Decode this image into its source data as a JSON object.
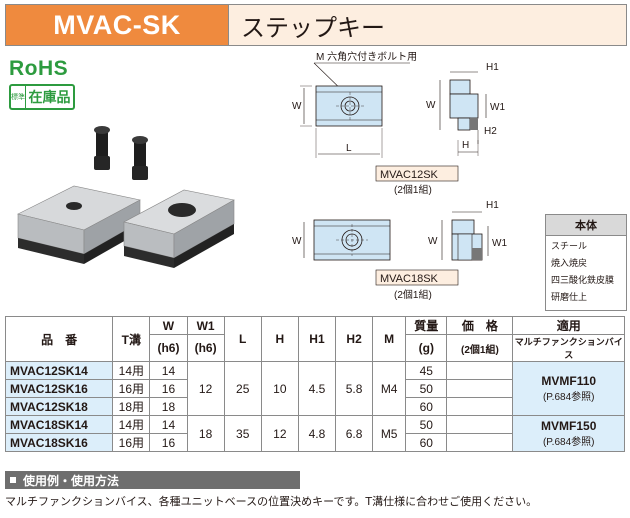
{
  "header": {
    "code": "MVAC-SK",
    "name": "ステップキー"
  },
  "badges": {
    "rohs": "RoHS",
    "stock_mark": "標準",
    "stock": "在庫品"
  },
  "diagram": {
    "bolt_note": "M 六角穴付きボルト用",
    "dim_L": "L",
    "dim_W": "W",
    "dim_W1": "W1",
    "dim_H": "H",
    "dim_H1": "H1",
    "dim_H2": "H2",
    "model_12": "MVAC12SK",
    "model_18": "MVAC18SK",
    "set_12": "(2個1組)",
    "set_18": "(2個1組)"
  },
  "spec": {
    "header": "本体",
    "lines": [
      "スチール",
      "焼入焼戻",
      "四三酸化鉄皮膜",
      "研磨仕上"
    ]
  },
  "table": {
    "h_model": "品　番",
    "h_t": "T溝",
    "h_w": "W",
    "h_w_sub": "(h6)",
    "h_w1": "W1",
    "h_w1_sub": "(h6)",
    "h_l": "L",
    "h_h": "H",
    "h_h1": "H1",
    "h_h2": "H2",
    "h_m": "M",
    "h_mass": "質量",
    "h_mass_sub": "(g)",
    "h_price": "価　格",
    "h_price_sub": "(2個1組)",
    "h_apply": "適用",
    "h_apply_sub": "マルチファンクションバイス",
    "rows": [
      {
        "model": "MVAC12SK14",
        "t": "14用",
        "w": "14",
        "mass": "45"
      },
      {
        "model": "MVAC12SK16",
        "t": "16用",
        "w": "16",
        "mass": "50"
      },
      {
        "model": "MVAC12SK18",
        "t": "18用",
        "w": "18",
        "mass": "60"
      },
      {
        "model": "MVAC18SK14",
        "t": "14用",
        "w": "14",
        "mass": "50"
      },
      {
        "model": "MVAC18SK16",
        "t": "16用",
        "w": "16",
        "mass": "60"
      }
    ],
    "g1": {
      "w1": "12",
      "l": "25",
      "h": "10",
      "h1": "4.5",
      "h2": "5.8",
      "m": "M4",
      "apply": "MVMF110",
      "ref": "(P.684参照)"
    },
    "g2": {
      "w1": "18",
      "l": "35",
      "h": "12",
      "h1": "4.8",
      "h2": "6.8",
      "m": "M5",
      "apply": "MVMF150",
      "ref": "(P.684参照)"
    }
  },
  "usage": {
    "title": "使用例・使用方法",
    "text": "マルチファンクションバイス、各種ユニットベースの位置決めキーです。T溝仕様に合わせご使用ください。"
  }
}
